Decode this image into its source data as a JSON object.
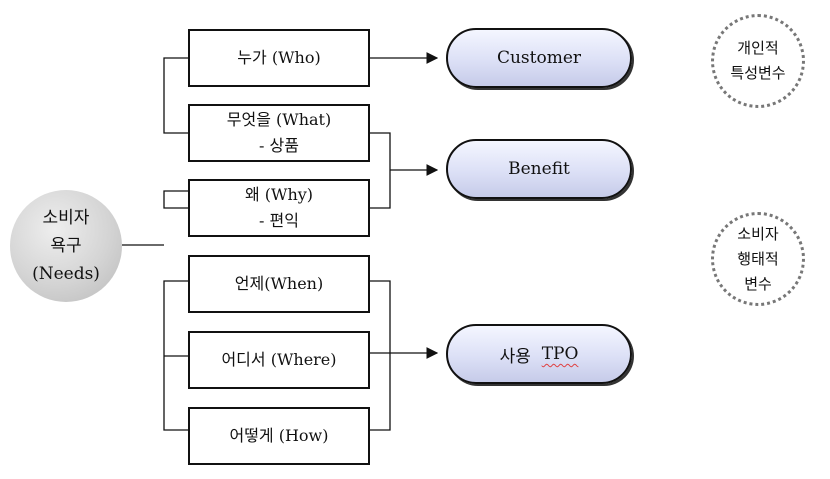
{
  "root": {
    "lines": [
      "소비자",
      "욕구",
      "(Needs)"
    ]
  },
  "boxes": [
    {
      "lines": [
        "누가 (Who)"
      ]
    },
    {
      "lines": [
        "무엇을 (What)",
        "- 상품"
      ]
    },
    {
      "lines": [
        "왜 (Why)",
        "- 편익"
      ]
    },
    {
      "lines": [
        "언제(When)"
      ]
    },
    {
      "lines": [
        "어디서 (Where)"
      ]
    },
    {
      "lines": [
        "어떻게 (How)"
      ]
    }
  ],
  "targets": {
    "customer": "Customer",
    "benefit": "Benefit",
    "tpo_prefix": "사용",
    "tpo_suffix": "TPO"
  },
  "side_labels": {
    "personal": [
      "개인적",
      "특성변수"
    ],
    "behavior": [
      "소비자",
      "행태적",
      "변수"
    ]
  },
  "colors": {
    "pill_fill": "#d3d7f0",
    "root_fill": "#d4d4d4",
    "dotted_border": "#777777"
  }
}
